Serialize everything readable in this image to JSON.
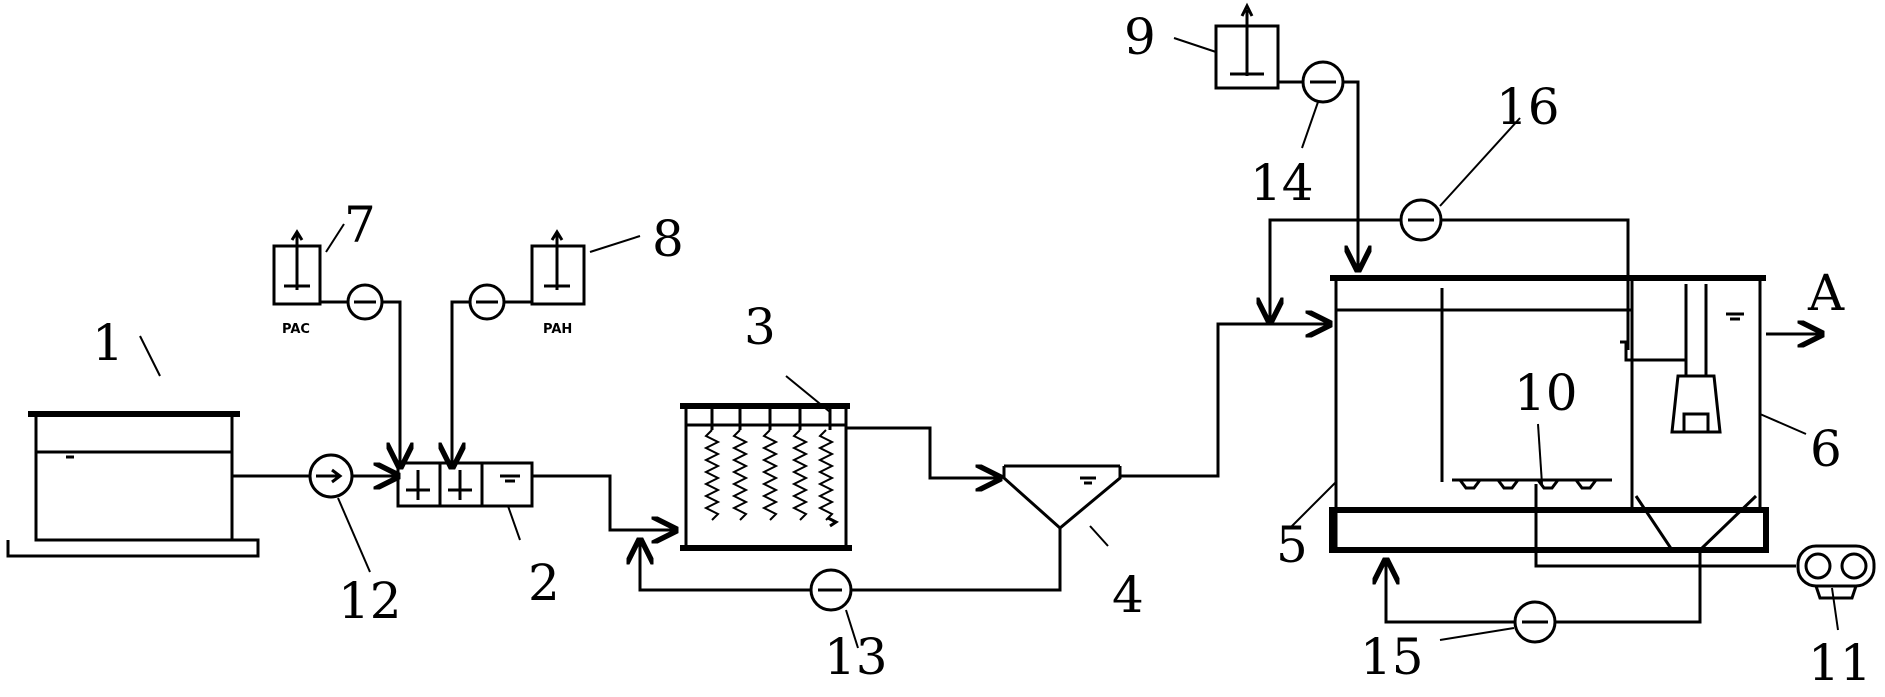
{
  "labels": {
    "n1": "1",
    "n2": "2",
    "n3": "3",
    "n4": "4",
    "n5": "5",
    "n6": "6",
    "n7": "7",
    "n8": "8",
    "n9": "9",
    "n10": "10",
    "n11": "11",
    "n12": "12",
    "n13": "13",
    "n14": "14",
    "n15": "15",
    "n16": "16"
  },
  "tank_tags": {
    "pac": "PAC",
    "pah": "PAH"
  },
  "outlet_label": "A"
}
